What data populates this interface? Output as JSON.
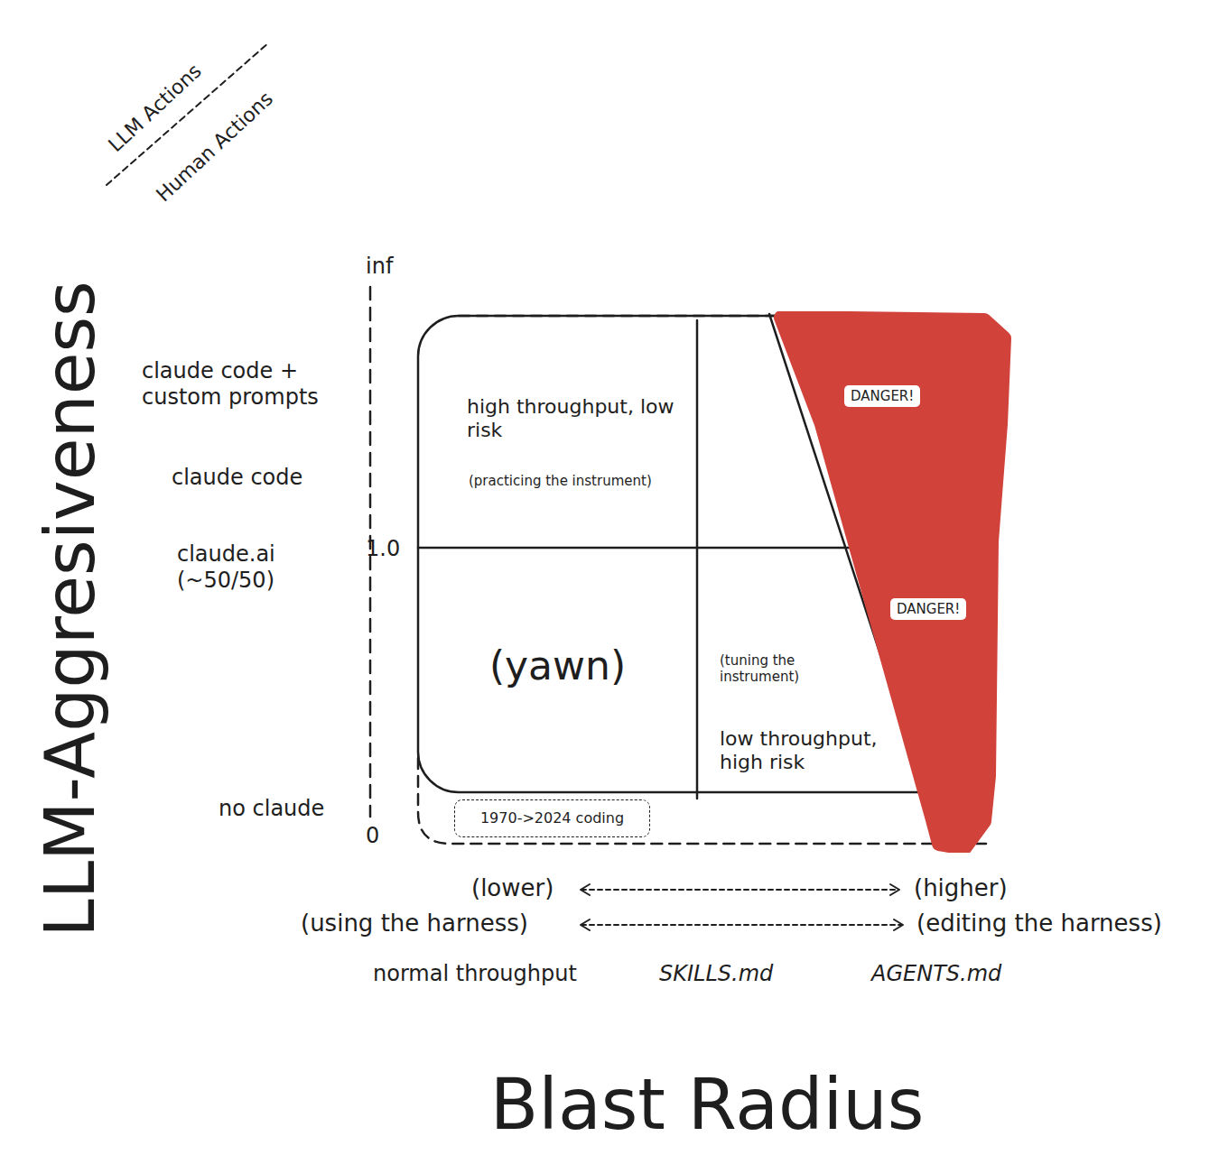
{
  "diagram": {
    "nodes": [
      {
        "text": [
          "high throughput, low risk",
          "(practicing the instrument)"
        ]
      },
      {
        "text": [
          "DANGER!",
          "DANGER!"
        ]
      },
      {
        "text": [
          "(yawn)"
        ]
      },
      {
        "text": [
          "(tuning the instrument)",
          "low throughput, high risk"
        ]
      },
      {
        "text": [
          "1970->2024 coding"
        ]
      }
    ],
    "labels": [
      "LLM Actions",
      "Human Actions",
      "LLM-Aggresiveness",
      "inf",
      "1.0",
      "0",
      "claude code + custom prompts",
      "claude code",
      "claude.ai (~50/50)",
      "no claude",
      "(lower)",
      "(higher)",
      "(using the harness)",
      "(editing the harness)",
      "normal throughput",
      "SKILLS.md",
      "AGENTS.md",
      "Blast Radius"
    ]
  }
}
